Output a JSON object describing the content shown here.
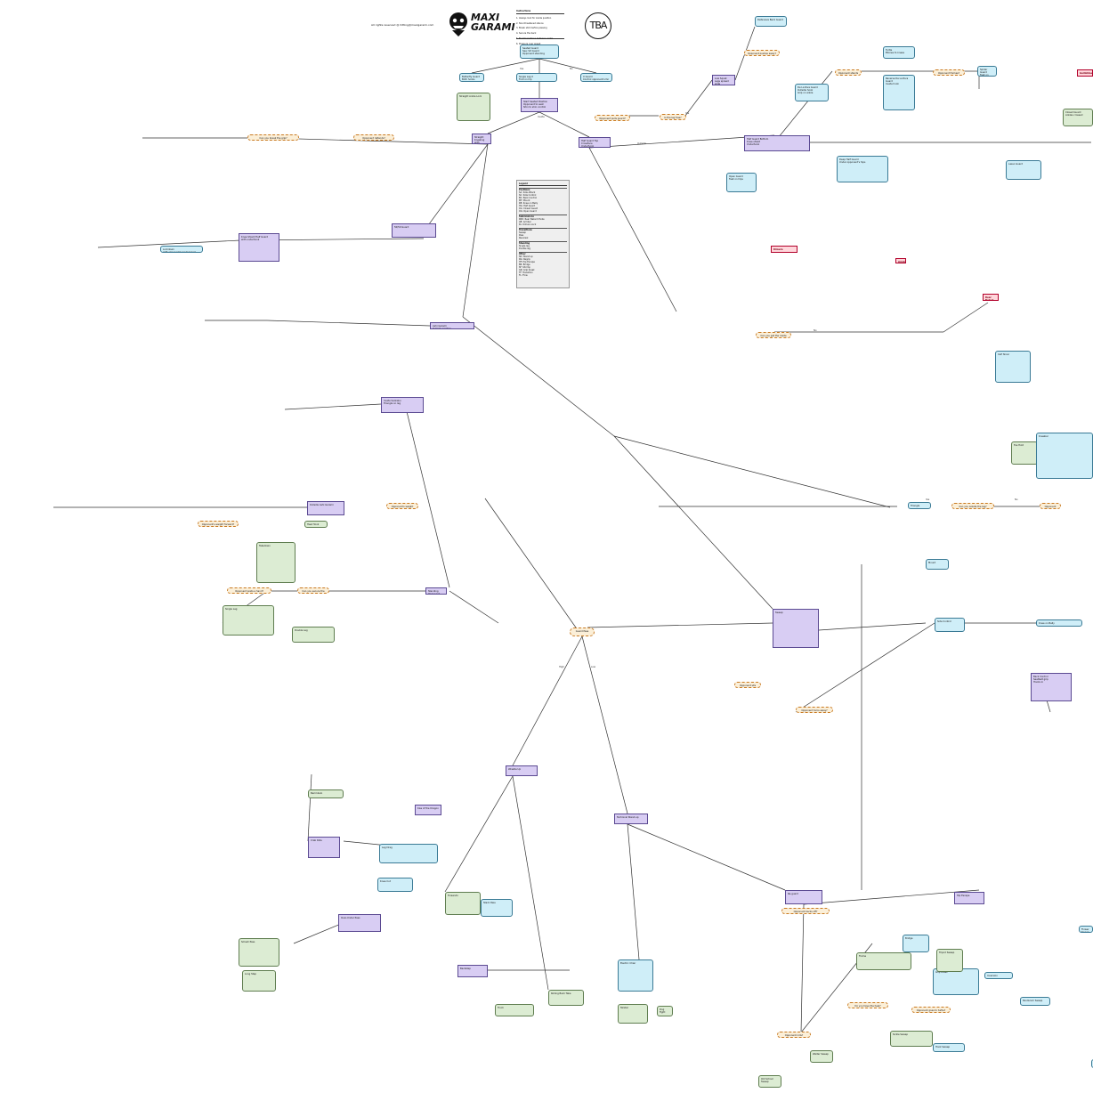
{
  "header": {
    "copyright": "All rights reserved @ hitting@maxigarami.com",
    "brand": "MAXI GARAMI",
    "tba": "TBA"
  },
  "instructions": {
    "title": "Instructions",
    "lines": [
      "1. Always look for inside position",
      "2. Non-threatened stance",
      "3. Break stick before passing",
      "4. Secure the back",
      "5. Fluid transitions between nodes",
      "6. Pressure over speed"
    ]
  },
  "legend": {
    "title": "Legend",
    "sections": [
      {
        "name": "Positions",
        "items": [
          "SA: Side Attack",
          "SC: Side Control",
          "BC: Back Control",
          "MT: Mount",
          "KB: Knee on Belly",
          "HG: Half Guard",
          "CG: Closed Guard",
          "OG: Open Guard"
        ]
      },
      {
        "name": "Submissions",
        "items": [
          "RNC: Rear Naked Choke",
          "AB: Armbar",
          "KL: Kimura Lock"
        ]
      },
      {
        "name": "Transitions",
        "items": [
          "Sweep",
          "Pass",
          "Reversal"
        ]
      },
      {
        "name": "Standing",
        "items": [
          "Single leg",
          "Double leg"
        ]
      },
      {
        "name": "Other",
        "items": [
          "SD: Stand up",
          "RG: Regrip",
          "HF: Hip Escape",
          "BR: Bridge",
          "SF: Shrimp",
          "GR: Grip break",
          "TF: Transition",
          "FL: Flow"
        ]
      }
    ]
  },
  "nodes": {
    "n_seated_guard": "Seated Guard\nSee: Sit Guard\nOpponent standing",
    "n_start_seated": "Start Seated Position\nOpponent to seat\nShin to shin control",
    "n_straight_ankle": "Straight Ankle Lock",
    "n_butterfly": "Butterfly Guard\nBoth hooks inside\nUnderhook",
    "n_single_leg_x": "Single Leg X\nFoot on hip\nOutside hook",
    "n_x_guard": "X Guard\nControl opponent's far leg",
    "n_kneeling": "Straight Kneeling\nwith opponent's leg on inside\nno underhook",
    "n_half_guard_top": "Half Guard Top\nCrossface\nUnderhook",
    "n_half_guard_bottom": "Half Guard Bottom\nKnee shield\nUnderhook",
    "n_deep_half": "Deep Half Guard\nUnder opponent's hips",
    "n_low_squat": "Low Squat\nLegs spread wide",
    "n_defensive_back": "Defensive Back Guard",
    "n_turtle": "Turtle\nElbows to knees",
    "n_reverse_de_la_riva": "Reverse De La Riva Guard\nInside hook",
    "n_de_la_riva": "De La Riva Guard\nOutside hook\nGrip on ankle",
    "n_spider": "Spider Guard\nFeet on biceps",
    "n_lasso": "Lasso Guard",
    "n_closed_guard": "Closed Guard\nAnkles crossed",
    "n_open_guard": "Open Guard\nFeet on hips",
    "n_knee_shield": "Knee Shield Half Guard\nwith underhook",
    "n_lockdown": "Lockdown\nwith opponent's leg trapped",
    "n_50_50": "50/50 Guard",
    "n_ashi": "Ashi Garami\nOutside position",
    "n_inside_sankaku": "Inside Sankaku\nTriangle on leg",
    "n_outside_ashi": "Outside Ashi Garami",
    "n_heel_hook": "Heel Hook",
    "n_toe_hold": "Toe Hold",
    "n_kneebar": "Kneebar",
    "n_calf_slicer": "Calf Slicer",
    "n_rnc": "Rear Naked Choke",
    "n_armbar": "Armbar",
    "n_kimura": "Kimura",
    "n_triangle": "Triangle",
    "n_guillotine": "Guillotine",
    "n_sweep": "Sweep",
    "n_pass": "Guard Pass",
    "n_mount": "Mount",
    "n_back_control": "Back Control\nSeatbelt grip\nHooks in",
    "n_side_control": "Side Control",
    "n_knee_on_belly": "Knee on Belly",
    "n_standing": "Standing\nOpponent standing",
    "n_takedown": "Takedown",
    "n_single_leg": "Single Leg",
    "n_double_leg": "Double Leg",
    "n_wrestle_up": "Wrestle Up",
    "n_technical_standup": "Technical Stand-up",
    "n_reguard": "Re-guard",
    "n_hip_escape": "Hip Escape",
    "n_bridge": "Bridge",
    "n_frame": "Frame",
    "n_grip_break": "Grip Break",
    "n_inversion": "Inversion",
    "n_berimbolo": "Berimbolo",
    "n_kiss_of_dragon": "Kiss of the Dragon",
    "n_crab_ride": "Crab Ride",
    "n_leg_drag": "Leg Drag",
    "n_knee_cut": "Knee Cut",
    "n_toreando": "Toreando",
    "n_stack_pass": "Stack Pass",
    "n_over_under": "Over-Under Pass",
    "n_smash": "Smash Pass",
    "n_long_step": "Long Step",
    "n_backstep": "Backstep",
    "n_rolling_back": "Rolling Back Take",
    "n_truck": "Truck",
    "n_twister": "Twister",
    "n_electric_chair": "Electric Chair",
    "n_dog_fight": "Dog Fight",
    "n_old_school": "Old School Sweep",
    "n_waiter": "Waiter Sweep",
    "n_tripod": "Tripod Sweep",
    "n_sickle": "Sickle Sweep",
    "n_hook_sweep": "Hook Sweep",
    "n_scissor": "Scissor Sweep",
    "n_flower": "Flower Sweep",
    "n_pendulum": "Pendulum Sweep"
  },
  "decisions": {
    "d_q1": "Can you get the inside position?",
    "d_q2": "Opponent stands up?",
    "d_q3": "Opponent frames?",
    "d_q4": "Opponent pushes away?",
    "d_q5": "Is the leg free?",
    "d_q6": "Opponent pulls guard?",
    "d_q7": "Opponent defends?",
    "d_q8": "Can you break the grip?",
    "d_q9": "Opponent's weight forward?",
    "d_q10": "Opponent's weight back?",
    "d_q11": "Opponent posts a hand?",
    "d_q12": "Can you secure the underhook?",
    "d_q13": "Opponent turns away?",
    "d_q14": "Opponent sits back?",
    "d_q15": "Can you isolate the leg?",
    "d_q16": "Opponent steps over?",
    "d_q17": "Opponent backs off?",
    "d_q18": "Do you have the heel?",
    "d_q19": "Opponent rolls?",
    "d_q20": "Opponent goes to turtle?"
  },
  "edge_labels": [
    "Yes",
    "No",
    "Yes",
    "No",
    "High",
    "Low",
    "Yes",
    "No",
    "Inside",
    "Outside"
  ]
}
